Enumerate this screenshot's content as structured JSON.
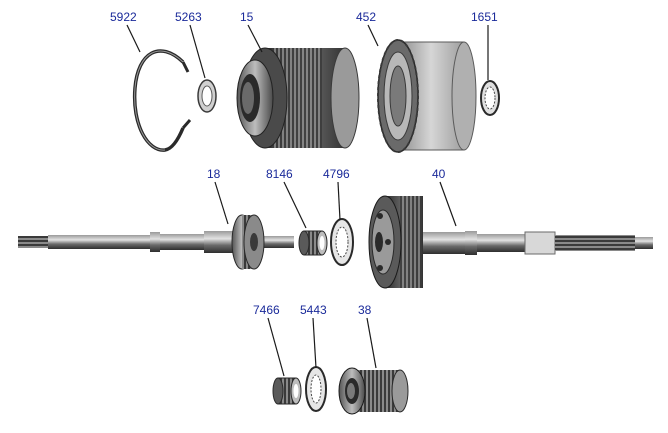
{
  "diagram": {
    "callouts": [
      {
        "id": "c5922",
        "label": "5922"
      },
      {
        "id": "c5263",
        "label": "5263"
      },
      {
        "id": "c15",
        "label": "15"
      },
      {
        "id": "c452",
        "label": "452"
      },
      {
        "id": "c1651",
        "label": "1651"
      },
      {
        "id": "c18",
        "label": "18"
      },
      {
        "id": "c8146",
        "label": "8146"
      },
      {
        "id": "c4796",
        "label": "4796"
      },
      {
        "id": "c40",
        "label": "40"
      },
      {
        "id": "c7466",
        "label": "7466"
      },
      {
        "id": "c5443",
        "label": "5443"
      },
      {
        "id": "c38",
        "label": "38"
      }
    ],
    "colors": {
      "label": "#1a2a9a",
      "metal_dark": "#3c3c3c",
      "metal_mid": "#7a7a7a",
      "metal_light": "#c8c8c8",
      "background": "#ffffff"
    }
  }
}
